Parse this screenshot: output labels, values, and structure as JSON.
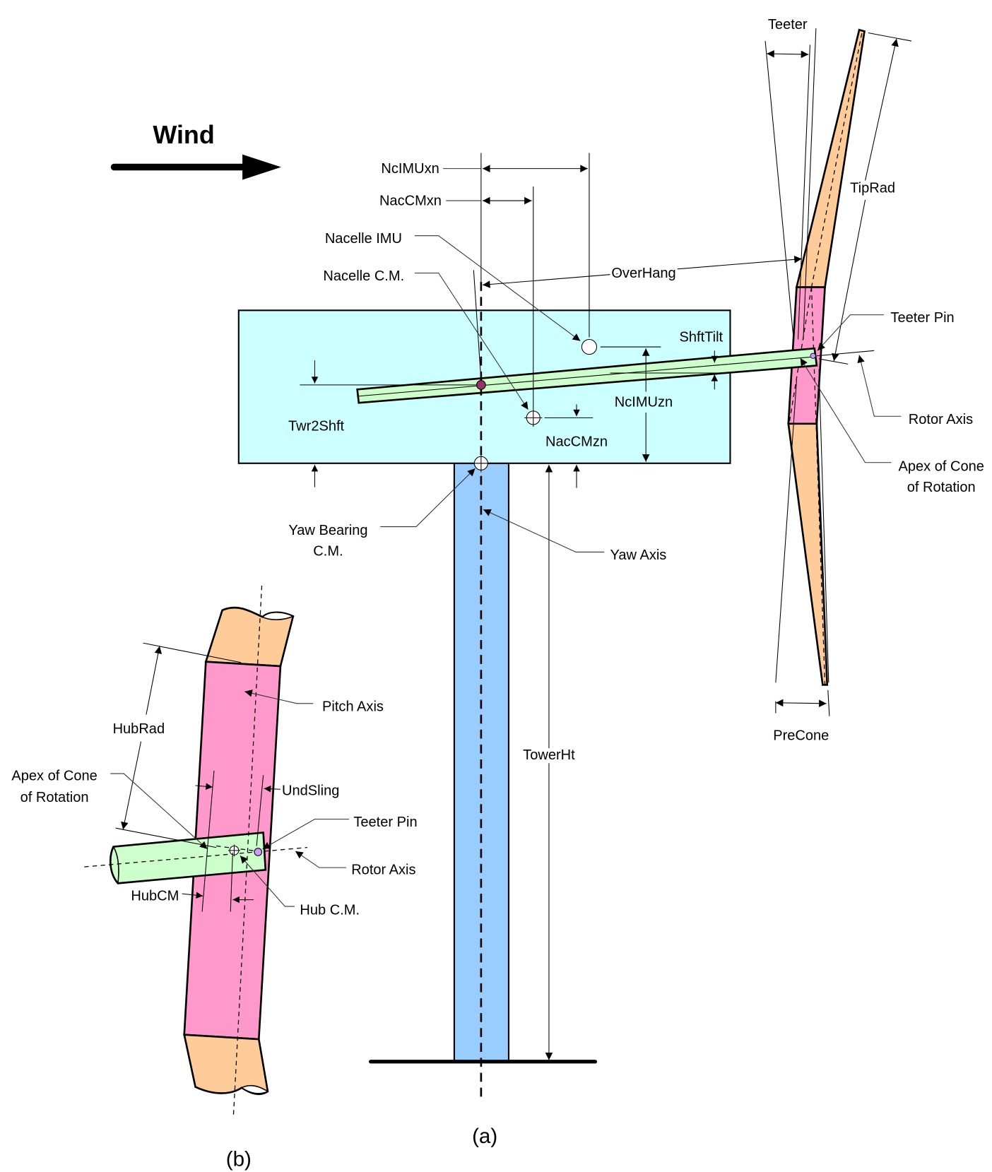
{
  "figure": {
    "title": "Wind turbine geometry",
    "wind_label": "Wind",
    "panel_a_caption": "(a)",
    "panel_b_caption": "(b)"
  },
  "colors": {
    "nacelle": "#ccffff",
    "tower": "#99ccff",
    "shaft": "#ccffcc",
    "hub": "#ff99cc",
    "blade": "#ffcc99",
    "nacelle_cm_dot": "#993366",
    "teeter_pin_dot": "#cc99ff"
  },
  "panel_a": {
    "dimensions": {
      "nc_imu_xn": "NcIMUxn",
      "nac_cm_xn": "NacCMxn",
      "over_hang": "OverHang",
      "shft_tilt": "ShftTilt",
      "nc_imu_zn": "NcIMUzn",
      "nac_cm_zn": "NacCMzn",
      "twr2shft": "Twr2Shft",
      "tower_ht": "TowerHt",
      "teeter": "Teeter",
      "tip_rad": "TipRad",
      "pre_cone": "PreCone"
    },
    "callouts": {
      "nacelle_imu": "Nacelle IMU",
      "nacelle_cm": "Nacelle C.M.",
      "teeter_pin": "Teeter Pin",
      "rotor_axis": "Rotor Axis",
      "apex_line1": "Apex of Cone",
      "apex_line2": "of Rotation",
      "yaw_bearing_line1": "Yaw Bearing",
      "yaw_bearing_line2": "C.M.",
      "yaw_axis": "Yaw Axis"
    }
  },
  "panel_b": {
    "dimensions": {
      "hub_rad": "HubRad",
      "und_sling": "UndSling",
      "hub_cm": "HubCM"
    },
    "callouts": {
      "pitch_axis": "Pitch Axis",
      "apex_line1": "Apex of Cone",
      "apex_line2": "of Rotation",
      "teeter_pin": "Teeter Pin",
      "rotor_axis": "Rotor Axis",
      "hub_cm": "Hub C.M."
    }
  }
}
